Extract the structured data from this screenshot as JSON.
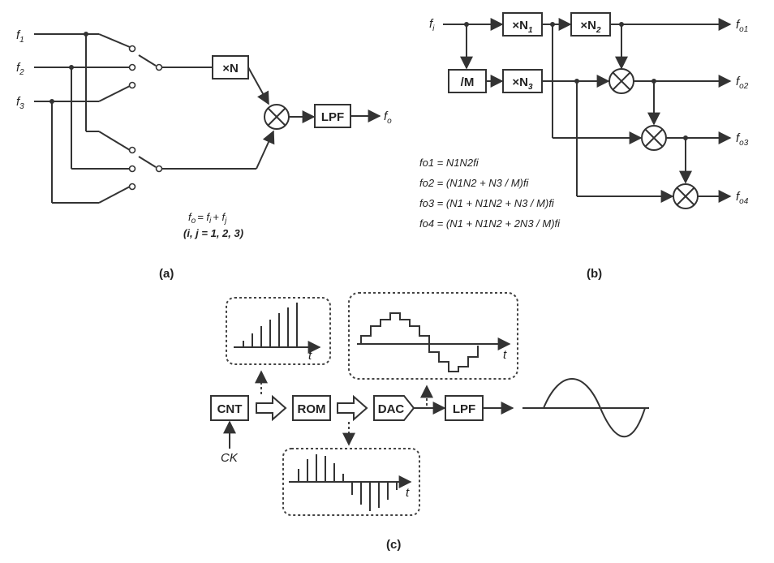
{
  "panel_a": {
    "inputs": [
      "f",
      "f",
      "f"
    ],
    "input_subs": [
      "1",
      "2",
      "3"
    ],
    "multiplier": "×N",
    "filter": "LPF",
    "output": "f",
    "output_sub": "o",
    "eq1": "f",
    "eq1_rest": "= f",
    "eq1_rest2": "+ f",
    "eq2": "(i, j = 1, 2, 3)",
    "caption": "(a)"
  },
  "panel_b": {
    "input": "f",
    "input_sub": "i",
    "blocks": [
      "×N",
      "×N",
      "/M",
      "×N"
    ],
    "block_subs": [
      "1",
      "2",
      "",
      "3"
    ],
    "outputs": [
      "f",
      "f",
      "f",
      "f"
    ],
    "output_subs": [
      "o1",
      "o2",
      "o3",
      "o4"
    ],
    "equations": [
      "fo1 = N1N2fi",
      "fo2 = (N1N2 + N3 / M)fi",
      "fo3 = (N1 + N1N2 + N3 / M)fi",
      "fo4 = (N1 + N1N2 + 2N3 / M)fi"
    ],
    "caption": "(b)"
  },
  "panel_c": {
    "blocks": [
      "CNT",
      "ROM",
      "DAC",
      "LPF"
    ],
    "clock": "CK",
    "axis_label": "t",
    "caption": "(c)"
  }
}
